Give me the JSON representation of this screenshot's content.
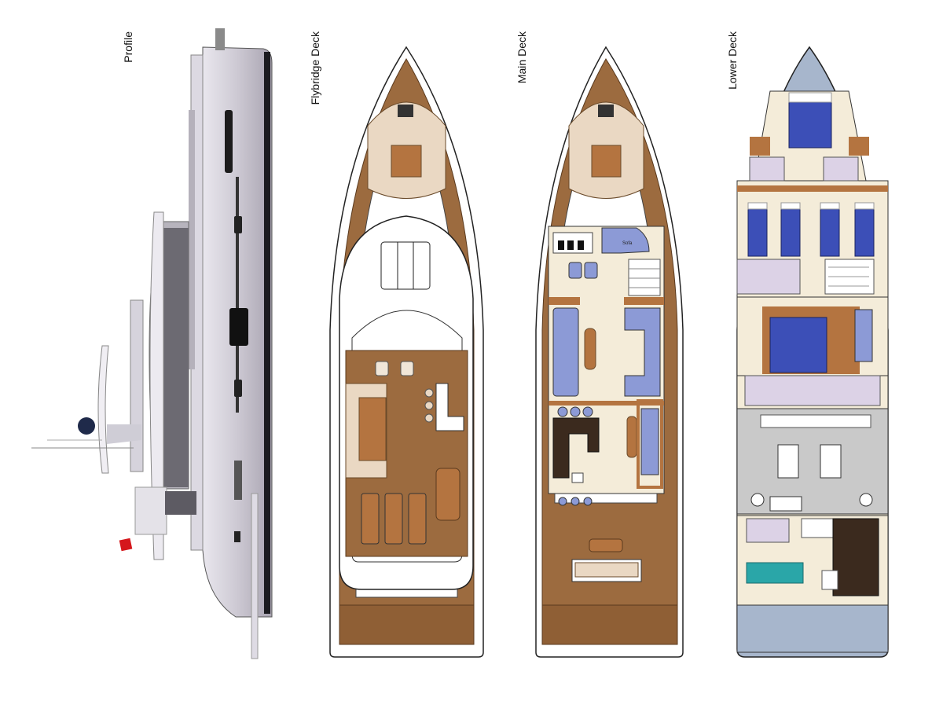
{
  "labels": {
    "profile": "Profile",
    "flybridge": "Flybridge Deck",
    "main": "Main Deck",
    "lower": "Lower Deck"
  },
  "annotations": {
    "sofa": "Sofa"
  },
  "colors": {
    "teak": "#9c6b3f",
    "teak_dark": "#7a4f2a",
    "sofa_blue": "#8c9ad6",
    "bed_blue": "#3c4fb7",
    "floor_cream": "#f4ecd9",
    "wood_brown": "#b47440",
    "hull_blue": "#a7b6cc",
    "engine_gray": "#c9c9c9",
    "profile_gray": "#c7c4cc",
    "lilac": "#dcd2e6",
    "granite": "#3b2a1e"
  }
}
